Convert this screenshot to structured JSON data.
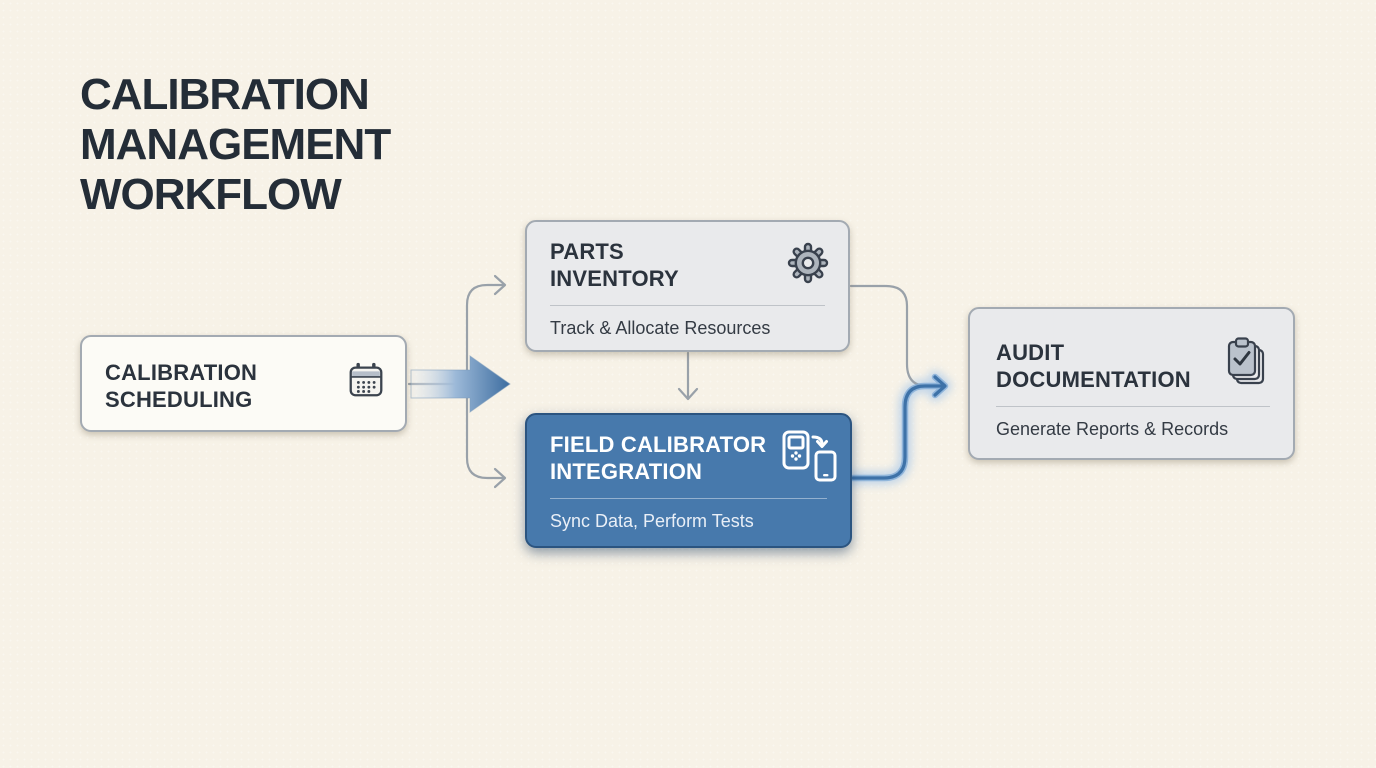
{
  "heading": {
    "title": "CALIBRATION MANAGEMENT WORKFLOW"
  },
  "nodes": {
    "scheduling": {
      "title": "CALIBRATION SCHEDULING",
      "icon": "calendar-icon"
    },
    "parts": {
      "title": "PARTS INVENTORY",
      "subtitle": "Track & Allocate Resources",
      "icon": "gear-icon"
    },
    "field": {
      "title": "FIELD CALIBRATOR INTEGRATION",
      "subtitle": "Sync Data, Perform Tests",
      "icon": "device-sync-icon"
    },
    "audit": {
      "title": "AUDIT DOCUMENTATION",
      "subtitle": "Generate Reports & Records",
      "icon": "clipboard-check-icon"
    }
  },
  "connections": [
    {
      "from": "scheduling",
      "to": "parts",
      "style": "thin-gray-arrow"
    },
    {
      "from": "scheduling",
      "to": "field",
      "style": "bold-blue-gradient-arrow"
    },
    {
      "from": "parts",
      "to": "field",
      "style": "thin-gray-arrow"
    },
    {
      "from": "parts",
      "to": "audit",
      "style": "thin-gray-line"
    },
    {
      "from": "field",
      "to": "audit",
      "style": "glowing-blue-arrow"
    }
  ],
  "colors": {
    "background": "#f7f2e7",
    "heading_text": "#242d37",
    "node_fill_light": "#fcfbf6",
    "node_fill_gray": "#e9eaec",
    "node_border_gray": "#a3aab2",
    "accent_blue": "#4779ac",
    "accent_blue_dark": "#2b5480",
    "connector_gray": "#99a1a9",
    "node_text_dark": "#2b333d",
    "text_on_blue": "#e9eff7"
  }
}
